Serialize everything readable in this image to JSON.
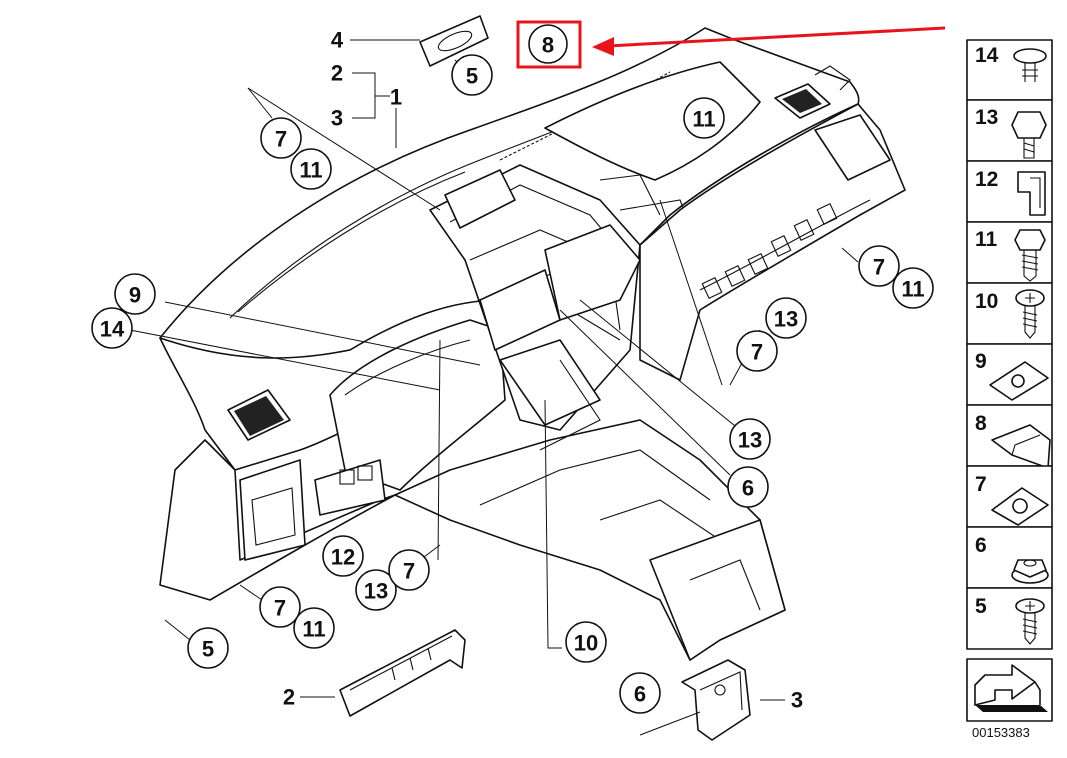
{
  "callouts": {
    "c4": "4",
    "c5a": "5",
    "c2": "2",
    "c3": "3",
    "c1": "1",
    "c7a": "7",
    "c11a": "11",
    "c8": "8",
    "c11b": "11",
    "c7b": "7",
    "c11c": "11",
    "c13a": "13",
    "c7c": "7",
    "c9": "9",
    "c14": "14",
    "c13b": "13",
    "c6a": "6",
    "c12": "12",
    "c13c": "13",
    "c7d": "7",
    "c7e": "7",
    "c11d": "11",
    "c5b": "5",
    "c10": "10",
    "c2b": "2",
    "c6b": "6",
    "c3b": "3"
  },
  "legend": [
    {
      "num": "14",
      "icon": "push-clip-icon"
    },
    {
      "num": "13",
      "icon": "hex-bolt-icon"
    },
    {
      "num": "12",
      "icon": "bracket-clip-icon"
    },
    {
      "num": "11",
      "icon": "hex-screw-icon"
    },
    {
      "num": "10",
      "icon": "tapping-screw-icon"
    },
    {
      "num": "9",
      "icon": "nut-clip-icon"
    },
    {
      "num": "8",
      "icon": "spring-clip-icon"
    },
    {
      "num": "7",
      "icon": "speed-nut-icon"
    },
    {
      "num": "6",
      "icon": "flange-nut-icon"
    },
    {
      "num": "5",
      "icon": "flat-screw-icon"
    }
  ],
  "document_number": "00153383",
  "highlight_color": "#e8141c"
}
